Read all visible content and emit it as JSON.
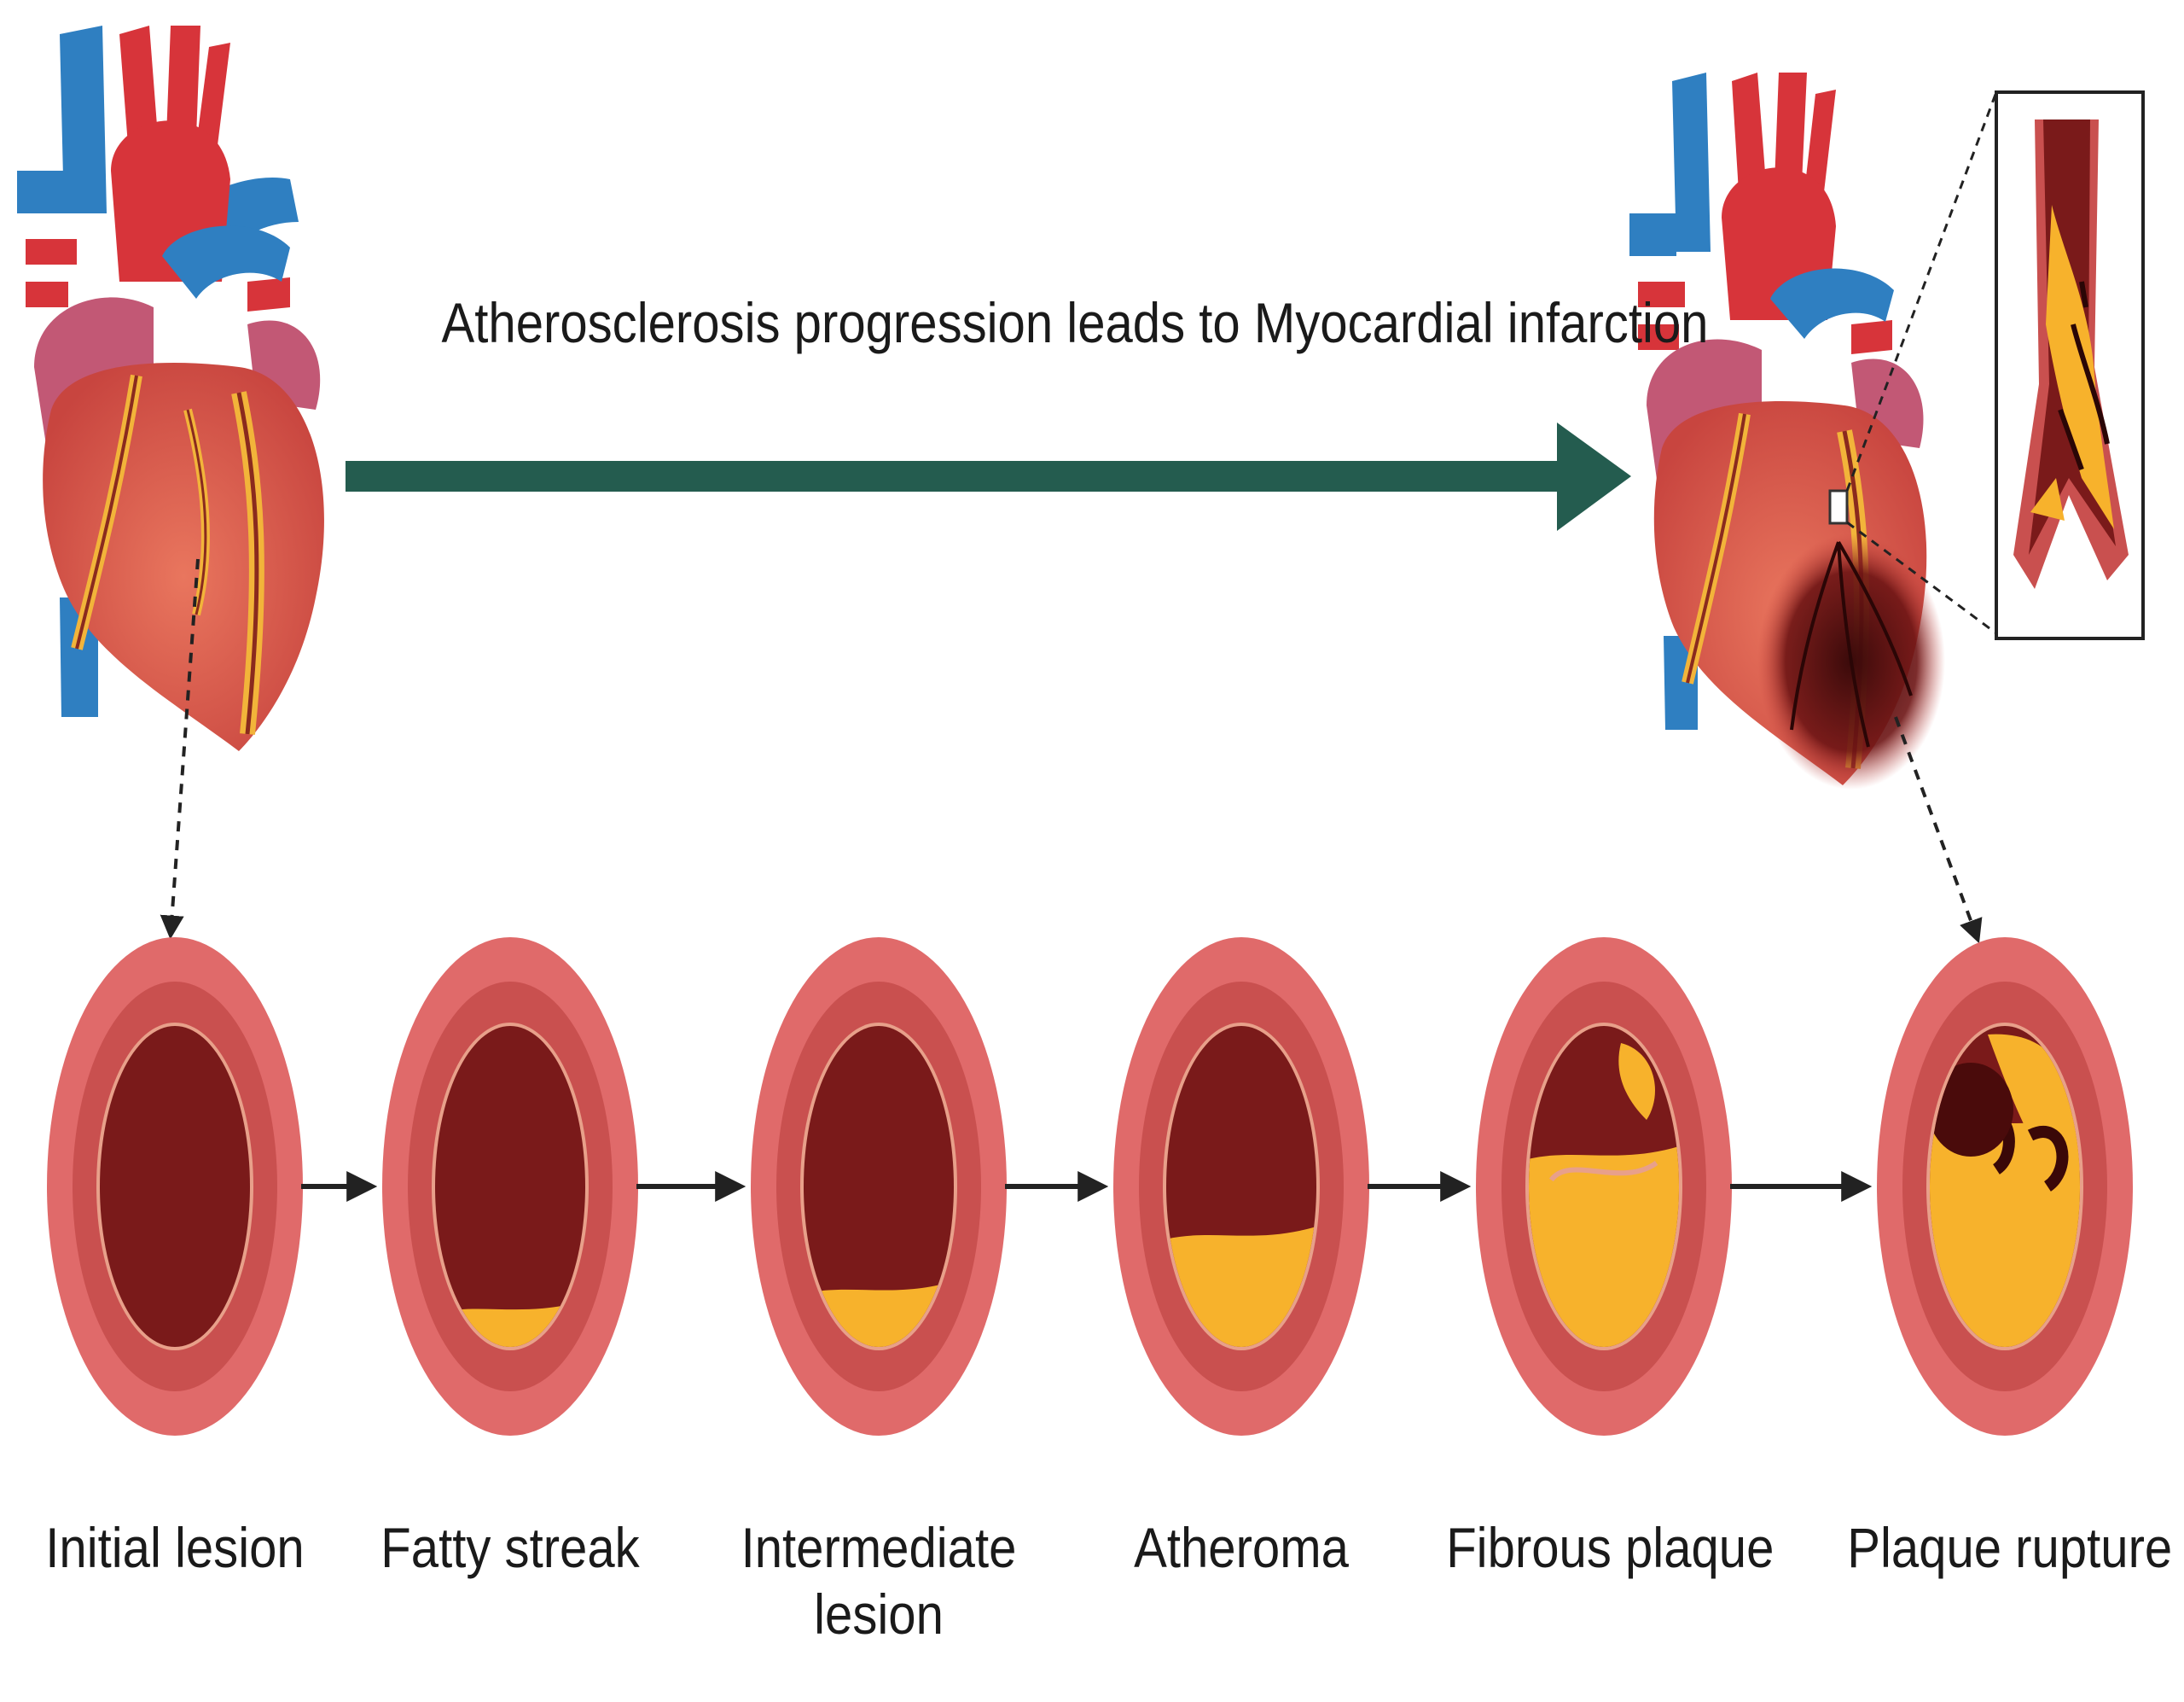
{
  "title": "Atherosclerosis progression leads to Myocardial infarction",
  "stages": [
    {
      "id": "initial-lesion",
      "lines": [
        "Initial lesion"
      ],
      "plaque": 0
    },
    {
      "id": "fatty-streak",
      "lines": [
        "Fatty streak"
      ],
      "plaque": 0.12
    },
    {
      "id": "intermediate-lesion",
      "lines": [
        "Intermediate",
        "lesion"
      ],
      "plaque": 0.18
    },
    {
      "id": "atheroma",
      "lines": [
        "Atheroma"
      ],
      "plaque": 0.35
    },
    {
      "id": "fibrous-plaque",
      "lines": [
        "Fibrous plaque"
      ],
      "plaque": 0.6
    },
    {
      "id": "plaque-rupture",
      "lines": [
        "Plaque rupture"
      ],
      "plaque": 0.7
    }
  ],
  "colors": {
    "arrow": "#245c4f",
    "vessel_outer": "#e06a6a",
    "vessel_mid": "#c9504f",
    "lumen": "#7a1a1a",
    "plaque": "#f7b22c",
    "vein": "#2f7fc1",
    "artery": "#d7343a"
  }
}
